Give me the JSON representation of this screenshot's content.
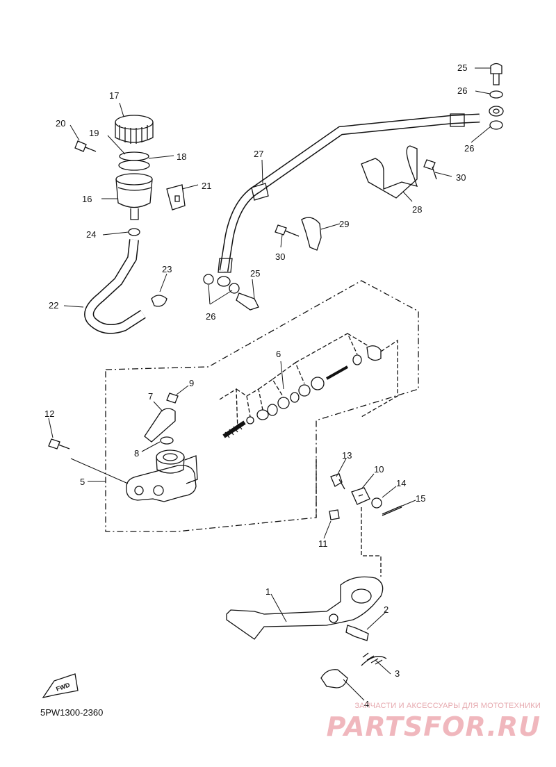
{
  "diagram_code": "5PW1300-2360",
  "watermark": {
    "tagline": "ЗАПЧАСТИ И АКСЕССУАРЫ ДЛЯ МОТОТЕХНИКИ",
    "logo_text": "PARTSFOR.RU"
  },
  "fwd_label": "FWD",
  "part_labels": {
    "p1": "1",
    "p2": "2",
    "p3": "3",
    "p4": "4",
    "p5": "5",
    "p6": "6",
    "p7": "7",
    "p8": "8",
    "p9": "9",
    "p10": "10",
    "p11": "11",
    "p12": "12",
    "p13": "13",
    "p14": "14",
    "p15": "15",
    "p16": "16",
    "p17": "17",
    "p18": "18",
    "p19": "19",
    "p20": "20",
    "p21": "21",
    "p22": "22",
    "p23": "23",
    "p24": "24",
    "p25a": "25",
    "p25b": "25",
    "p26a": "26",
    "p26b": "26",
    "p26c": "26",
    "p27": "27",
    "p28": "28",
    "p29": "29",
    "p30a": "30",
    "p30b": "30"
  }
}
